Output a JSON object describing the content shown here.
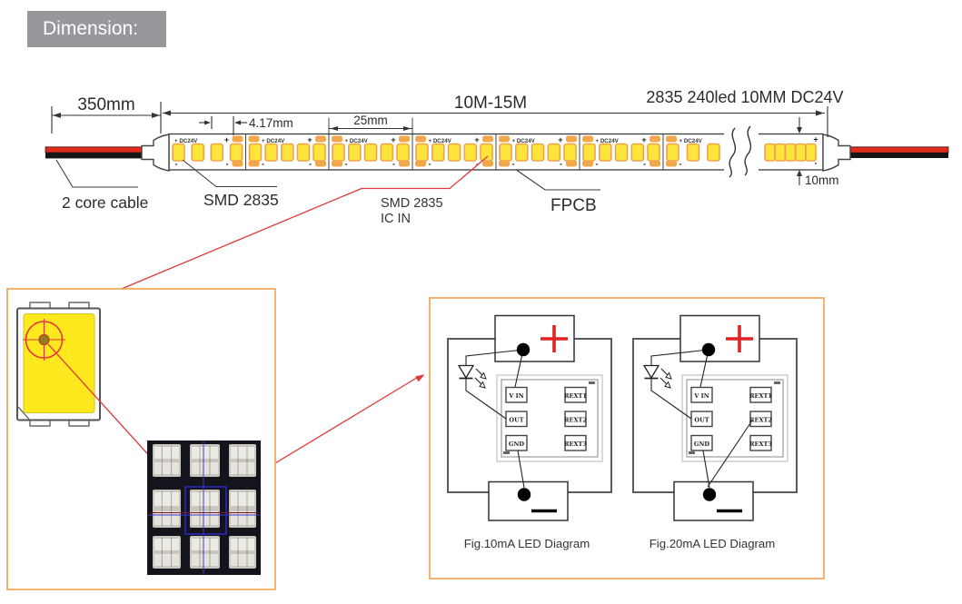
{
  "header": {
    "title": "Dimension:"
  },
  "product_title": "2835 240led 10MM DC24V",
  "dimensions": {
    "lead_cable": "350mm",
    "strip_length": "10M-15M",
    "led_pitch": "4.17mm",
    "cut_unit": "25mm",
    "strip_width": "10mm"
  },
  "callouts": {
    "cable": "2 core cable",
    "smd": "SMD 2835",
    "smd_ic_line1": "SMD 2835",
    "smd_ic_line2": "IC IN",
    "fpcb": "FPCB"
  },
  "strip_markings": {
    "dc_label": "+ DC24V",
    "plus": "+",
    "minus": "-"
  },
  "led_diagrams": {
    "pads_left": [
      "V IN",
      "OUT",
      "GND"
    ],
    "pads_right": [
      "REXT1",
      "REXT2",
      "REXT3"
    ],
    "figures": [
      {
        "caption": "Fig.10mA LED Diagram",
        "rext2_to_minus": false
      },
      {
        "caption": "Fig.20mA LED Diagram",
        "rext2_to_minus": true
      }
    ]
  },
  "colors": {
    "accent_orange": "#F0A04B",
    "led_yellow": "#FFE43C",
    "led_border": "#EFA24E",
    "pad_orange": "#F2A74B",
    "leader_red": "#E0393B",
    "header_gray": "#97979C",
    "wire_red": "#DE2B1E",
    "wire_black": "#151515"
  }
}
